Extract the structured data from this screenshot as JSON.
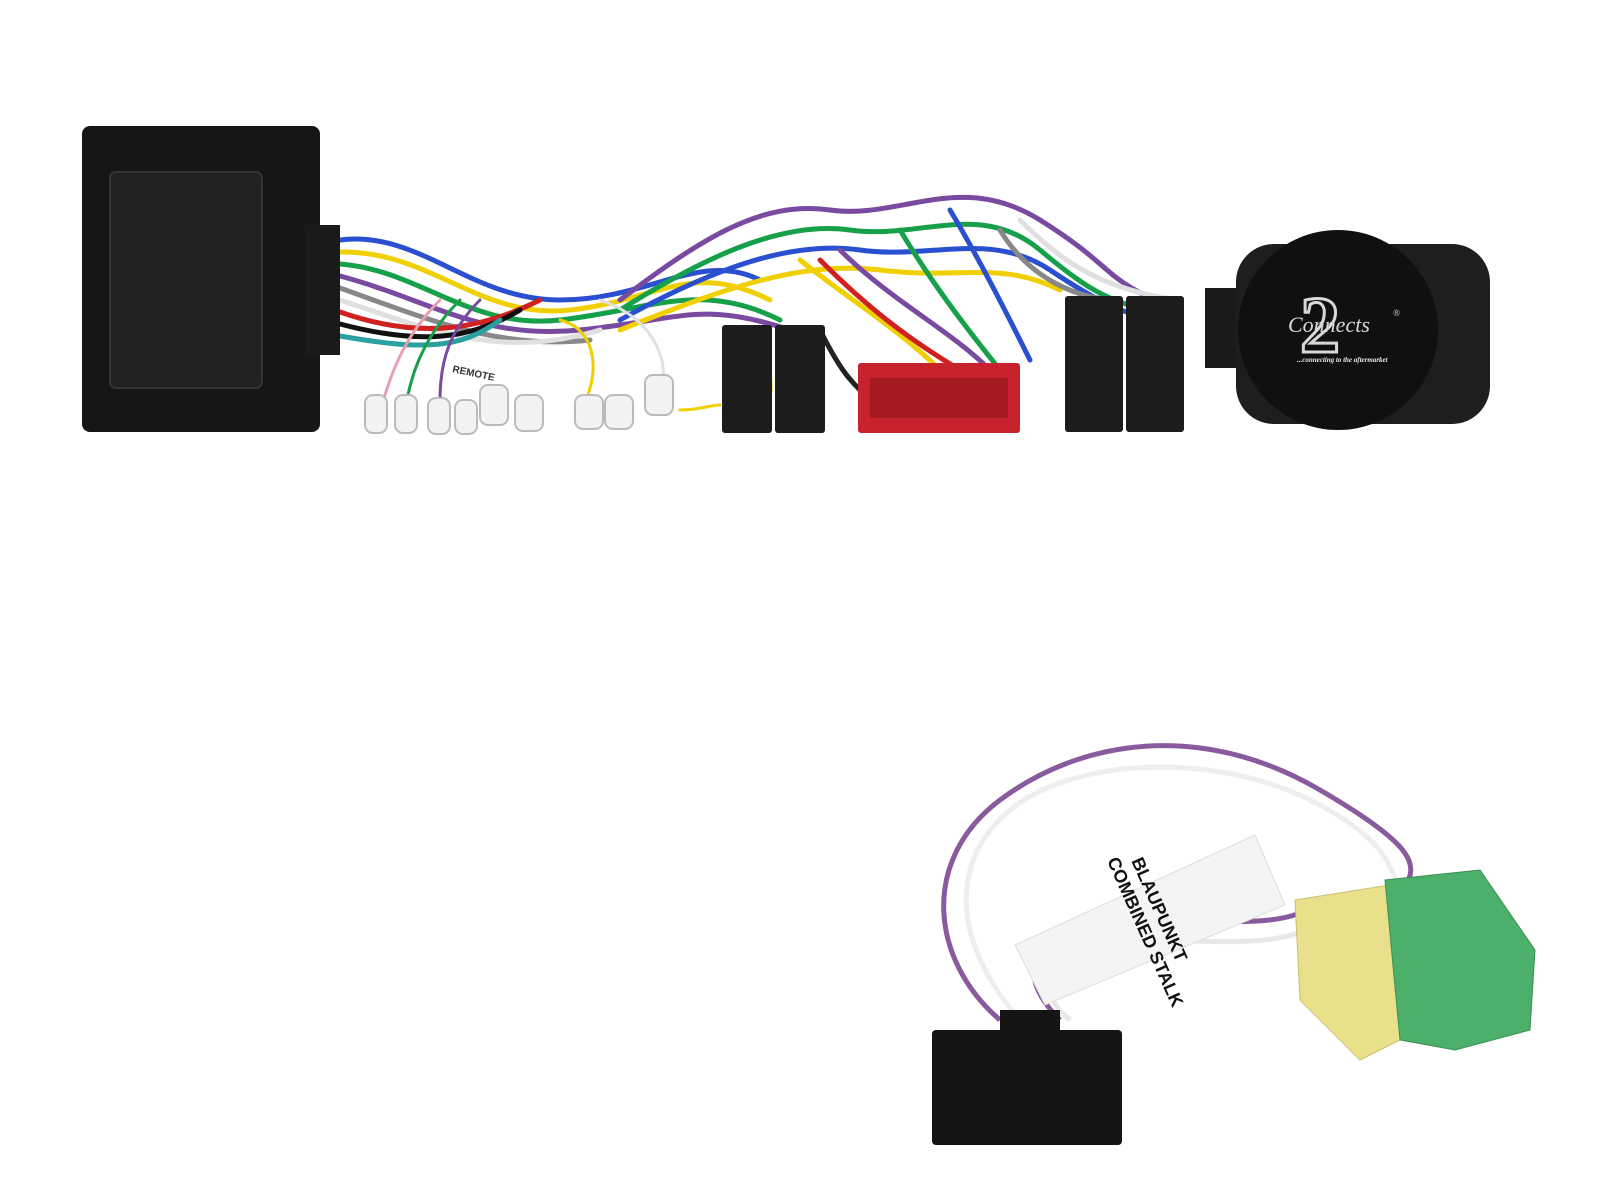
{
  "product_photo": {
    "logo": {
      "brand": "Connects",
      "numeral": "2",
      "registered": "®",
      "tagline": "...connecting to the aftermarket"
    },
    "wire_tag": "REMOTE",
    "cable_label": {
      "line1": "BLAUPUNKT",
      "line2": "COMBINED STALK"
    },
    "colors": {
      "module_black": "#1c1c1c",
      "red_connector": "#c8232c",
      "yellow_connector": "#e8e08a",
      "green_connector": "#4cb06a",
      "purple_wire": "#8a5a9e"
    }
  }
}
